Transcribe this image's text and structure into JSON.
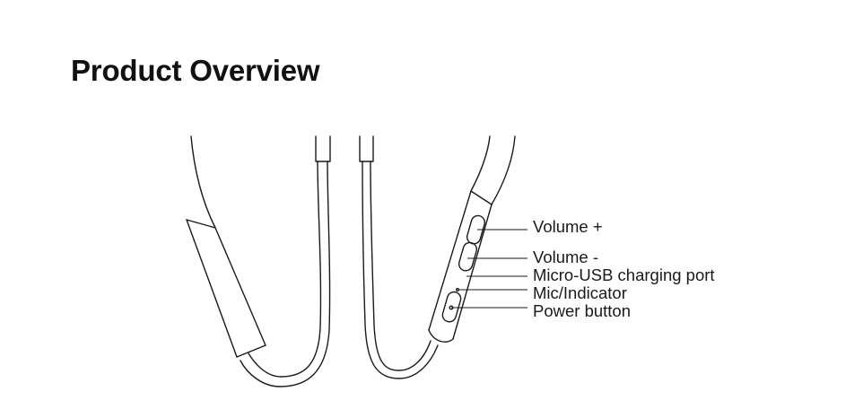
{
  "title": "Product Overview",
  "callouts": {
    "volume_up": "Volume +",
    "volume_down": "Volume -",
    "charging_port": "Micro-USB charging port",
    "mic_indicator": "Mic/Indicator",
    "power_button": "Power button"
  }
}
